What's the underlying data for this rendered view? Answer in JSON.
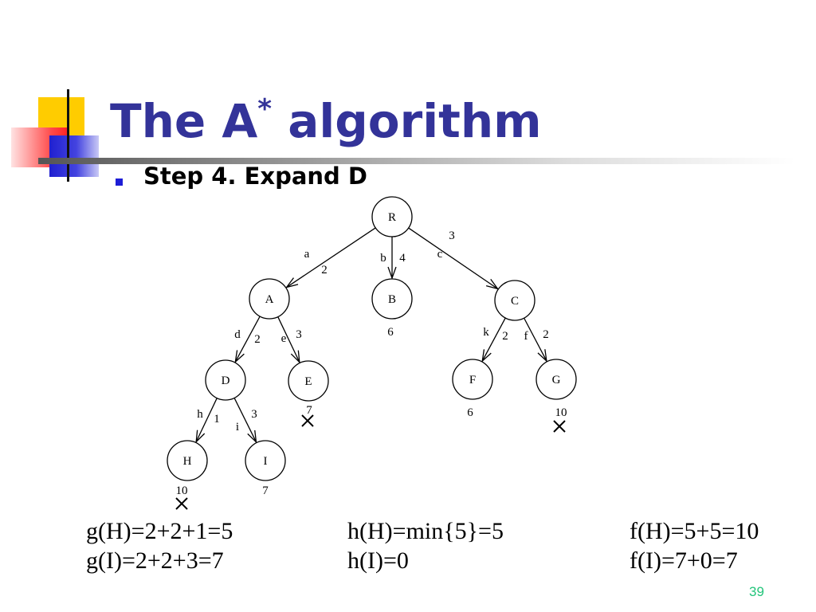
{
  "title": {
    "text": "The A",
    "sup": "*",
    "rest": " algorithm"
  },
  "bullet": {
    "text": "Step 4. Expand D"
  },
  "tree": {
    "nodes": [
      {
        "id": "R",
        "label": "R",
        "value": ""
      },
      {
        "id": "A",
        "label": "A",
        "value": ""
      },
      {
        "id": "B",
        "label": "B",
        "value": "6"
      },
      {
        "id": "C",
        "label": "C",
        "value": ""
      },
      {
        "id": "D",
        "label": "D",
        "value": ""
      },
      {
        "id": "E",
        "label": "E",
        "value": "7"
      },
      {
        "id": "F",
        "label": "F",
        "value": "6"
      },
      {
        "id": "G",
        "label": "G",
        "value": "10"
      },
      {
        "id": "H",
        "label": "H",
        "value": "10"
      },
      {
        "id": "I",
        "label": "I",
        "value": "7"
      }
    ],
    "edges": [
      {
        "from": "R",
        "to": "A",
        "name": "a",
        "cost": "2"
      },
      {
        "from": "R",
        "to": "B",
        "name": "b",
        "cost": "4"
      },
      {
        "from": "R",
        "to": "C",
        "name": "c",
        "cost": "3"
      },
      {
        "from": "A",
        "to": "D",
        "name": "d",
        "cost": "2"
      },
      {
        "from": "A",
        "to": "E",
        "name": "e",
        "cost": "3"
      },
      {
        "from": "C",
        "to": "F",
        "name": "k",
        "cost": "2"
      },
      {
        "from": "C",
        "to": "G",
        "name": "f",
        "cost": "2"
      },
      {
        "from": "D",
        "to": "H",
        "name": "h",
        "cost": "1"
      },
      {
        "from": "D",
        "to": "I",
        "name": "i",
        "cost": "3"
      }
    ],
    "pruned": [
      "E",
      "G",
      "H"
    ]
  },
  "formulas": {
    "g": [
      "g(H)=2+2+1=5",
      "g(I)=2+2+3=7"
    ],
    "h": [
      "h(H)=min{5}=5",
      "h(I)=0"
    ],
    "f": [
      "f(H)=5+5=10",
      "f(I)=7+0=7"
    ]
  },
  "slide_number": "39",
  "colors": {
    "title": "#333399",
    "bullet": "#1d1dd6",
    "slide_number": "#22c47a",
    "deco_yellow": "#ffcc00",
    "deco_blue": "#2b2bd9",
    "deco_red": "#ff3333"
  }
}
